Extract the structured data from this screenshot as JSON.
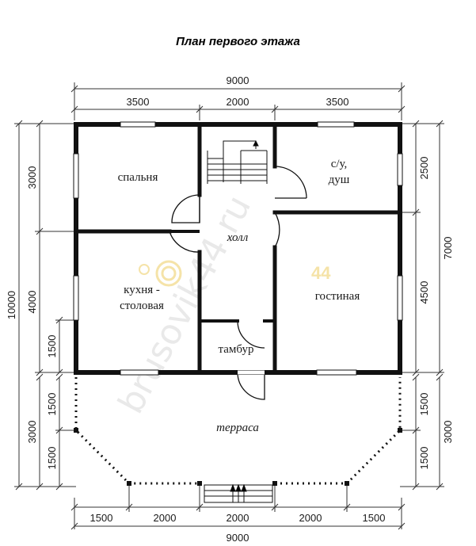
{
  "title": "План первого этажа",
  "dimensions": {
    "top_total": "9000",
    "top_left": "3500",
    "top_mid": "2000",
    "top_right": "3500",
    "bottom_1": "1500",
    "bottom_2": "2000",
    "bottom_3": "2000",
    "bottom_4": "2000",
    "bottom_5": "1500",
    "bottom_total": "9000",
    "left_outer": "10000",
    "left_top": "3000",
    "left_mid": "4000",
    "left_low": "1500",
    "left_terrace_total": "3000",
    "left_terrace_a": "1500",
    "left_terrace_b": "1500",
    "right_total": "7000",
    "right_top": "2500",
    "right_mid": "4500",
    "right_terrace_a": "1500",
    "right_terrace_b": "1500",
    "right_terrace_total": "3000"
  },
  "rooms": {
    "bedroom": "спальня",
    "bathroom_1": "с/у,",
    "bathroom_2": "душ",
    "hall": "холл",
    "kitchen_1": "кухня -",
    "kitchen_2": "столовая",
    "living": "гостиная",
    "vestibule": "тамбур",
    "terrace": "терраса"
  },
  "watermark": {
    "text": "brusovik44.ru",
    "badge": "44"
  }
}
